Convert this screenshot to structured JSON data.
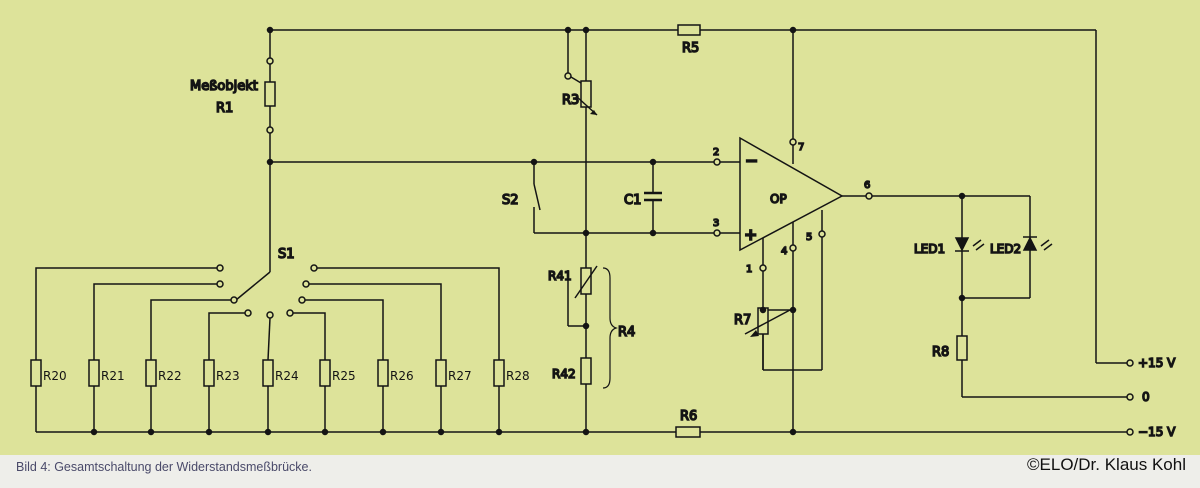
{
  "labels": {
    "messobjekt": "Meßobjekt",
    "r1": "R1",
    "r3": "R3",
    "r5": "R5",
    "r6": "R6",
    "r7": "R7",
    "r8": "R8",
    "r4": "R4",
    "r41": "R41",
    "r42": "R42",
    "c1": "C1",
    "s1": "S1",
    "s2": "S2",
    "op": "OP",
    "op_minus": "−",
    "op_plus": "+",
    "pin2": "2",
    "pin3": "3",
    "pin7": "7",
    "pin6": "6",
    "pin4": "4",
    "pin1": "1",
    "pin5": "5",
    "led1": "LED1",
    "led2": "LED2",
    "supply_pos": "+15 V",
    "supply_zero": "0",
    "supply_neg": "−15 V",
    "decade": [
      "R20",
      "R21",
      "R22",
      "R23",
      "R24",
      "R25",
      "R26",
      "R27",
      "R28"
    ]
  },
  "caption": "Bild 4: Gesamtschaltung der Widerstandsmeßbrücke.",
  "copyright": "©ELO/Dr. Klaus Kohl",
  "colors": {
    "background": "#dde39a",
    "ink": "#141414"
  }
}
